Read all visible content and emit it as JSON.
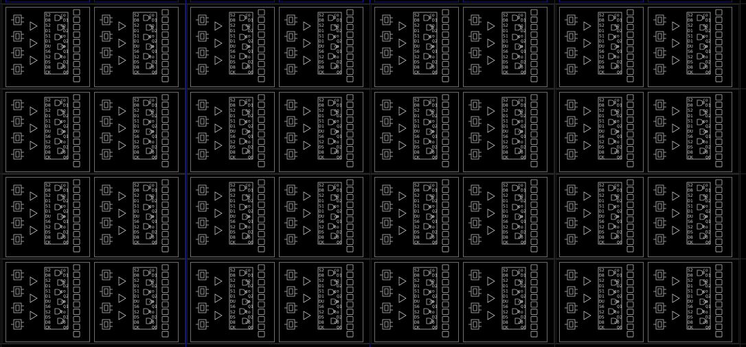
{
  "colors": {
    "background": "#000000",
    "grid_line": "#1a1a8c",
    "module_frame": "#6e6e6e",
    "symbol_stroke": "#bdbdbd",
    "label_text": "#c8c8c8"
  },
  "grid": {
    "rows": 4,
    "columns": 4,
    "modules_per_cell": 2
  },
  "module": {
    "pin_labels_left": [
      "S2",
      "D8",
      "S2",
      "D1",
      "S1",
      "D1",
      "DU",
      "S6",
      "S2",
      "DS",
      "D8",
      "CK"
    ],
    "pin_labels_right": [
      "co",
      "D1",
      "co",
      "D2",
      "co",
      "Q2",
      "co",
      "Q1",
      "co",
      "D2",
      "co",
      "Q0"
    ],
    "input_symbol_count": 4,
    "buffer_symbol_count": 3,
    "gate_symbol_count": 6,
    "output_symbol_count": 10
  }
}
